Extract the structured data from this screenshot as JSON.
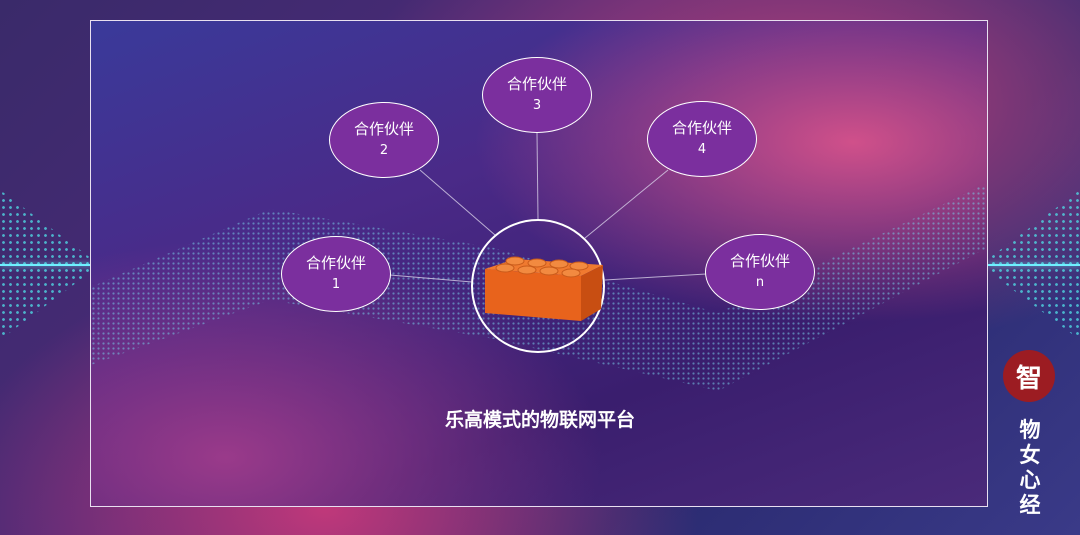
{
  "diagram": {
    "partners": [
      {
        "label": "合作伙伴",
        "index": "1"
      },
      {
        "label": "合作伙伴",
        "index": "2"
      },
      {
        "label": "合作伙伴",
        "index": "3"
      },
      {
        "label": "合作伙伴",
        "index": "4"
      },
      {
        "label": "合作伙伴",
        "index": "n"
      }
    ],
    "hub": "lego-brick",
    "title": "乐高模式的物联网平台"
  },
  "brand": {
    "logo_text": "智",
    "name": "物女心经"
  },
  "colors": {
    "partner_fill": "#7b2f9e",
    "brick": "#e8631c",
    "logo": "#9c1c22"
  }
}
